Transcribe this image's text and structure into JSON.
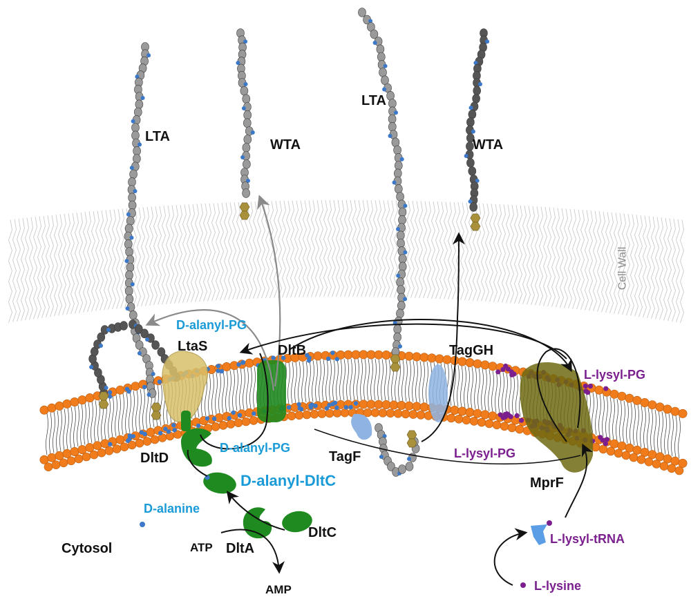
{
  "labels": {
    "lta_left": "LTA",
    "wta_left": "WTA",
    "lta_right": "LTA",
    "wta_right": "WTA",
    "cell_wall": "Cell Wall",
    "ltas": "LtaS",
    "dltb": "DltB",
    "taggh": "TagGH",
    "d_alanyl_pg_top": "D-alanyl-PG",
    "l_lysyl_pg_top": "L-lysyl-PG",
    "dltd": "DltD",
    "d_alanyl_pg_bottom": "D-alanyl-PG",
    "tagf": "TagF",
    "l_lysyl_pg_bottom": "L-lysyl-PG",
    "mprf": "MprF",
    "d_alanyl_dltc": "D-alanyl-DltC",
    "d_alanine": "D-alanine",
    "dltc": "DltC",
    "cytosol": "Cytosol",
    "atp": "ATP",
    "dlta": "DltA",
    "amp": "AMP",
    "l_lysyl_trna": "L-lysyl-tRNA",
    "l_lysine": "L-lysine"
  },
  "colors": {
    "membrane_head": "#f07c1c",
    "membrane_tail": "#333333",
    "cell_wall": "#bdbdbd",
    "chain_bead": "#9a9a9a",
    "chain_bead_dark": "#555555",
    "d_alanyl": "#3b78c8",
    "lysyl": "#7b1f8f",
    "dlt_protein": "#1f8a1f",
    "ltas_protein": "#d9c06a",
    "tag_protein": "#8fb4e3",
    "mprf_protein": "#6f6a12",
    "anchor": "#a8913a",
    "label_blue": "#1a9bd7",
    "label_purple": "#7b1f8f",
    "arrow_black": "#111111",
    "arrow_gray": "#8a8a8a"
  }
}
